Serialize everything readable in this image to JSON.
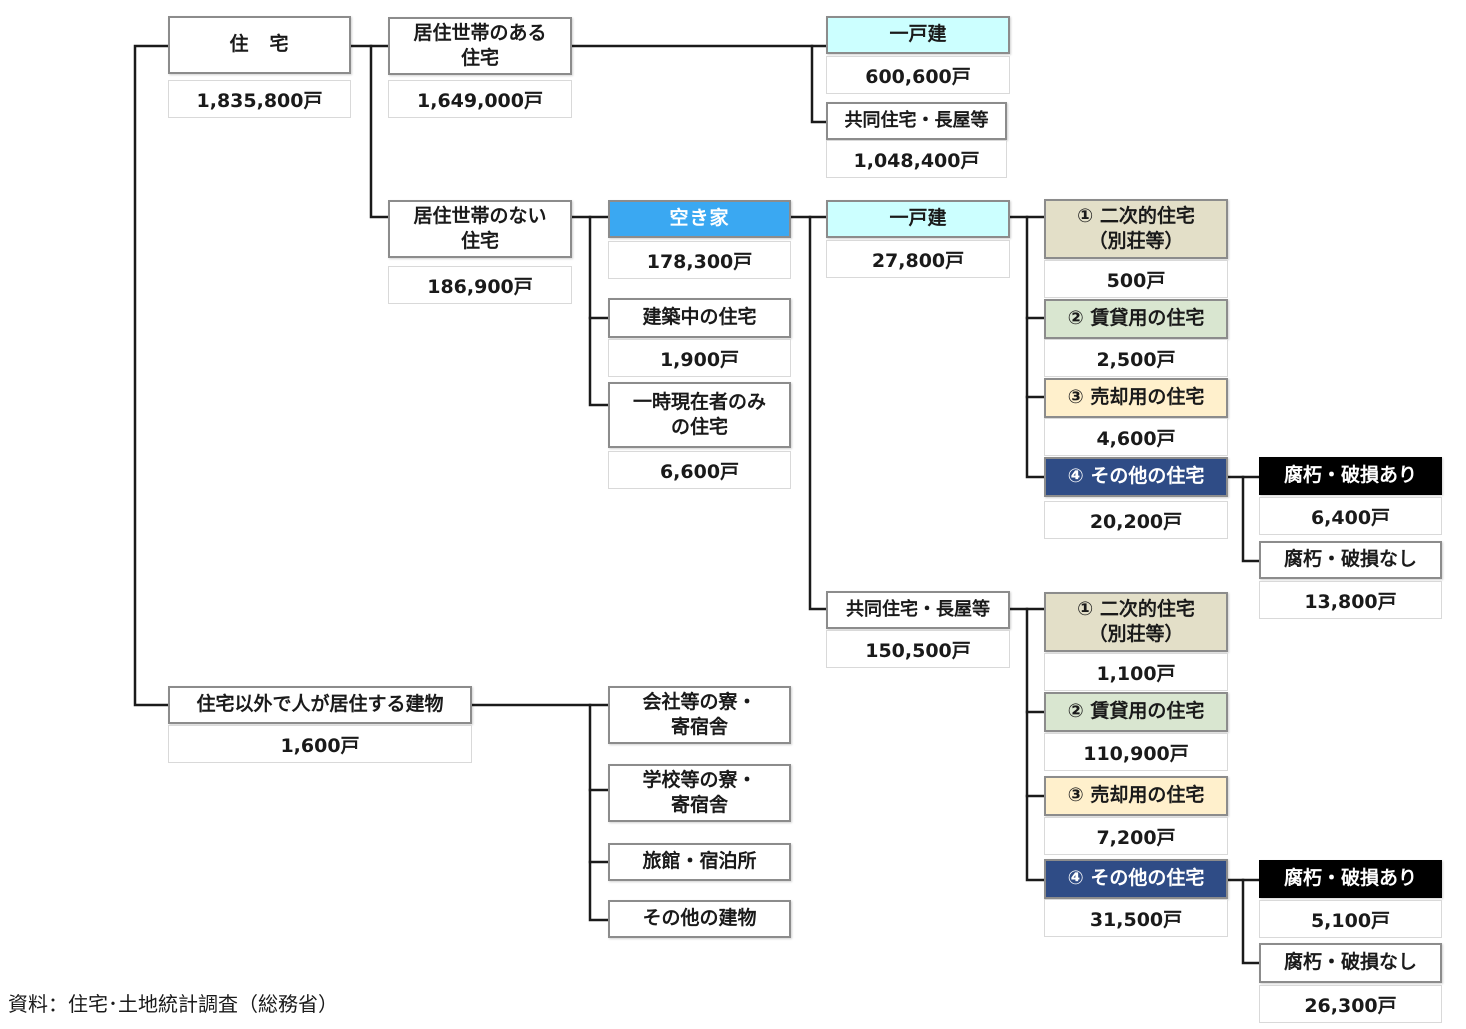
{
  "nodes": {
    "housing": {
      "label": "住　宅",
      "value": "1,835,800戸"
    },
    "occupied": {
      "label": "居住世帯のある\n住宅",
      "value": "1,649,000戸"
    },
    "occ_detached": {
      "label": "一戸建",
      "value": "600,600戸"
    },
    "occ_apartment": {
      "label": "共同住宅・長屋等",
      "value": "1,048,400戸"
    },
    "unoccupied": {
      "label": "居住世帯のない\n住宅",
      "value": "186,900戸"
    },
    "vacant": {
      "label": "空き家",
      "value": "178,300戸"
    },
    "under_construction": {
      "label": "建築中の住宅",
      "value": "1,900戸"
    },
    "temporary": {
      "label": "一時現在者のみ\nの住宅",
      "value": "6,600戸"
    },
    "vac_detached": {
      "label": "一戸建",
      "value": "27,800戸"
    },
    "vac_apartment": {
      "label": "共同住宅・長屋等",
      "value": "150,500戸"
    },
    "d_secondary": {
      "label": "① 二次的住宅\n（別荘等）",
      "value": "500戸"
    },
    "d_rental": {
      "label": "② 賃貸用の住宅",
      "value": "2,500戸"
    },
    "d_sale": {
      "label": "③ 売却用の住宅",
      "value": "4,600戸"
    },
    "d_other": {
      "label": "④ その他の住宅",
      "value": "20,200戸"
    },
    "d_damaged": {
      "label": "腐朽・破損あり",
      "value": "6,400戸"
    },
    "d_undamaged": {
      "label": "腐朽・破損なし",
      "value": "13,800戸"
    },
    "a_secondary": {
      "label": "① 二次的住宅\n（別荘等）",
      "value": "1,100戸"
    },
    "a_rental": {
      "label": "② 賃貸用の住宅",
      "value": "110,900戸"
    },
    "a_sale": {
      "label": "③ 売却用の住宅",
      "value": "7,200戸"
    },
    "a_other": {
      "label": "④ その他の住宅",
      "value": "31,500戸"
    },
    "a_damaged": {
      "label": "腐朽・破損あり",
      "value": "5,100戸"
    },
    "a_undamaged": {
      "label": "腐朽・破損なし",
      "value": "26,300戸"
    },
    "non_housing": {
      "label": "住宅以外で人が居住する建物",
      "value": "1,600戸"
    },
    "company_dorm": {
      "label": "会社等の寮・\n寄宿舎"
    },
    "school_dorm": {
      "label": "学校等の寮・\n寄宿舎"
    },
    "inn": {
      "label": "旅館・宿泊所"
    },
    "other_building": {
      "label": "その他の建物"
    }
  },
  "source": "資料：住宅･土地統計調査（総務省）",
  "colors": {
    "cyan": "#ccffff",
    "vacant_blue": "#3aa8f2",
    "beige": "#e3dfc8",
    "green": "#d9e6d0",
    "cream": "#fff0cc",
    "navy": "#2f4c86",
    "black": "#000000",
    "connector": "#1a1a1a"
  }
}
